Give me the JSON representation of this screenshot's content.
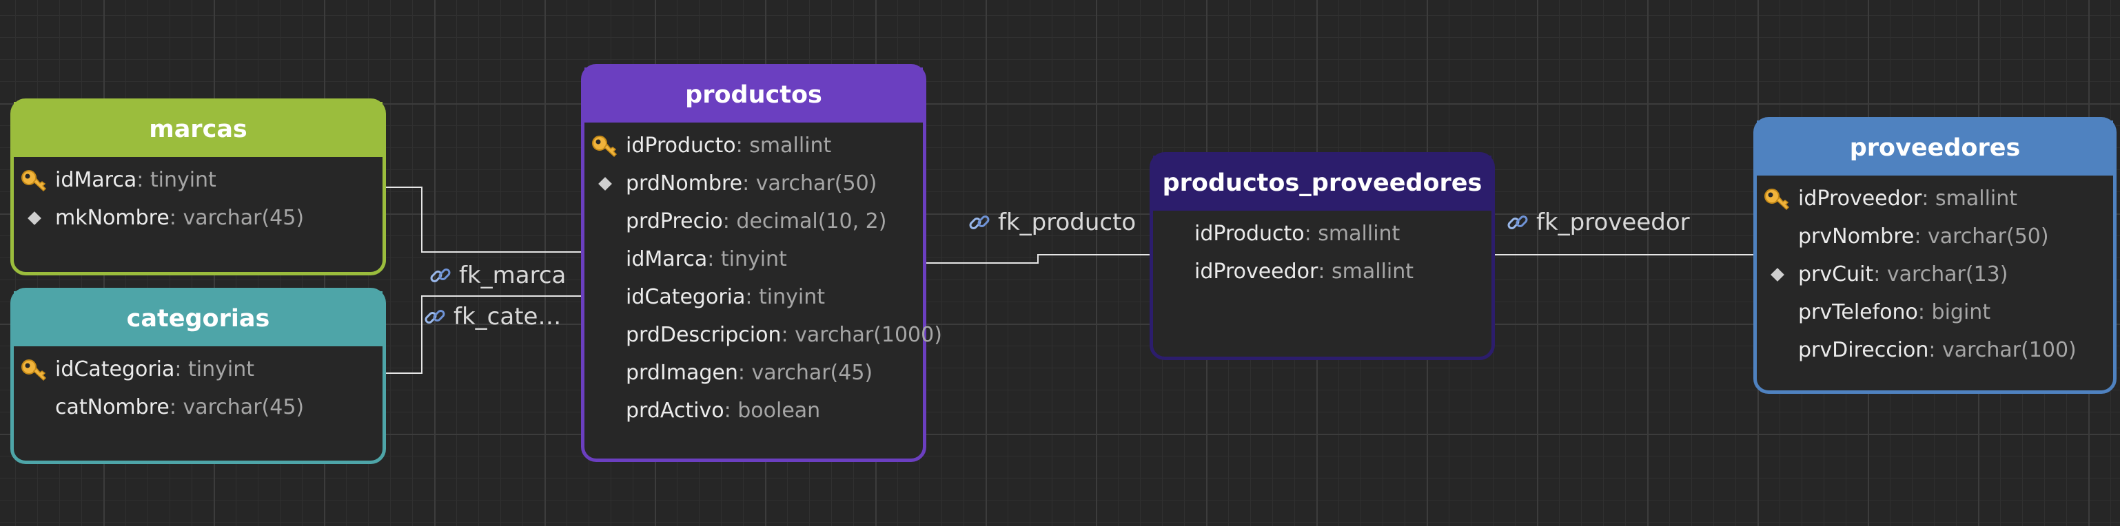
{
  "colors": {
    "marcas": "#9bbd3d",
    "categorias": "#4ea5a8",
    "productos": "#6b3fc0",
    "productos_proveedores": "#2c1d6c",
    "proveedores": "#4f82c0"
  },
  "tables": {
    "marcas": {
      "title": "marcas",
      "fields": [
        {
          "icon": "key-icon",
          "name": "idMarca",
          "type": ": tinyint"
        },
        {
          "icon": "diamond-icon",
          "name": "mkNombre",
          "type": ": varchar(45)"
        }
      ]
    },
    "categorias": {
      "title": "categorias",
      "fields": [
        {
          "icon": "key-icon",
          "name": "idCategoria",
          "type": ": tinyint"
        },
        {
          "icon": "",
          "name": "catNombre",
          "type": ": varchar(45)"
        }
      ]
    },
    "productos": {
      "title": "productos",
      "fields": [
        {
          "icon": "key-icon",
          "name": "idProducto",
          "type": ": smallint"
        },
        {
          "icon": "diamond-icon",
          "name": "prdNombre",
          "type": ": varchar(50)"
        },
        {
          "icon": "",
          "name": "prdPrecio",
          "type": ": decimal(10, 2)"
        },
        {
          "icon": "",
          "name": "idMarca",
          "type": ": tinyint"
        },
        {
          "icon": "",
          "name": "idCategoria",
          "type": ": tinyint"
        },
        {
          "icon": "",
          "name": "prdDescripcion",
          "type": ": varchar(1000)"
        },
        {
          "icon": "",
          "name": "prdImagen",
          "type": ": varchar(45)"
        },
        {
          "icon": "",
          "name": "prdActivo",
          "type": ": boolean"
        }
      ]
    },
    "productos_proveedores": {
      "title": "productos_proveedores",
      "fields": [
        {
          "icon": "",
          "name": "idProducto",
          "type": ": smallint"
        },
        {
          "icon": "",
          "name": "idProveedor",
          "type": ": smallint"
        }
      ]
    },
    "proveedores": {
      "title": "proveedores",
      "fields": [
        {
          "icon": "key-icon",
          "name": "idProveedor",
          "type": ": smallint"
        },
        {
          "icon": "",
          "name": "prvNombre",
          "type": ": varchar(50)"
        },
        {
          "icon": "diamond-icon",
          "name": "prvCuit",
          "type": ": varchar(13)"
        },
        {
          "icon": "",
          "name": "prvTelefono",
          "type": ": bigint"
        },
        {
          "icon": "",
          "name": "prvDireccion",
          "type": ": varchar(100)"
        }
      ]
    }
  },
  "relations": {
    "fk_marca": "fk_marca",
    "fk_categoria": "fk_cate…",
    "fk_producto": "fk_producto",
    "fk_proveedor": "fk_proveedor"
  }
}
